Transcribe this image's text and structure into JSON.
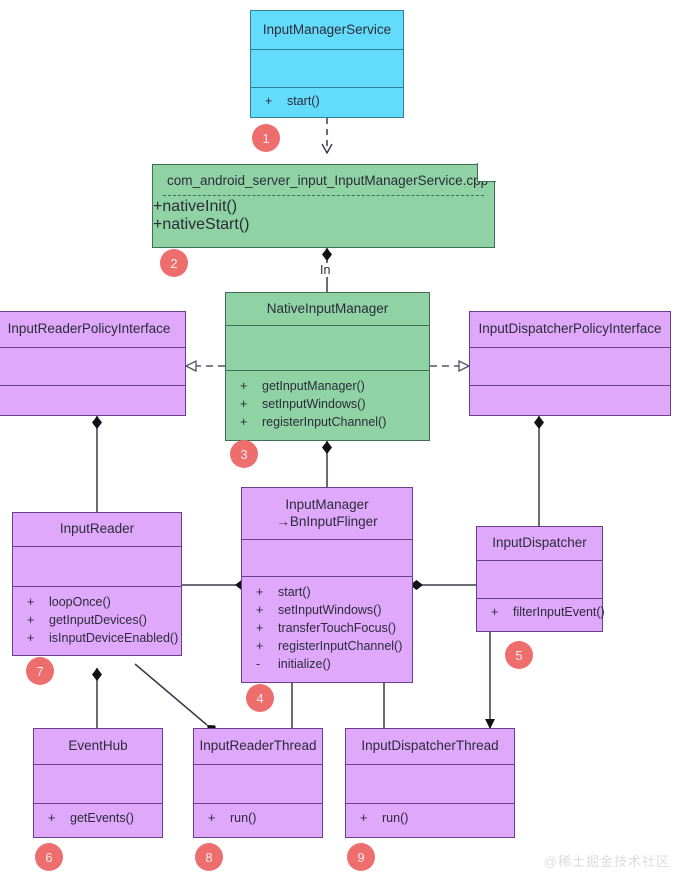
{
  "diagram": {
    "title": "Android Input System UML class diagram",
    "watermark": "@稀土掘金技术社区",
    "colors": {
      "cyan_fill": "#62dcfa",
      "green_fill": "#8fd3a4",
      "purple_fill": "#e0a8fa",
      "badge_fill": "#ee6d6d",
      "line": "#3a3a4a",
      "background": "#ffffff"
    },
    "edge_labels": {
      "in": "In"
    }
  },
  "classes": {
    "input_manager_service": {
      "name": "InputManagerService",
      "attributes": [],
      "operations": [
        {
          "visibility": "+",
          "signature": "start()"
        }
      ]
    },
    "native_input_manager": {
      "name": "NativeInputManager",
      "attributes": [],
      "operations": [
        {
          "visibility": "+",
          "signature": "getInputManager()"
        },
        {
          "visibility": "+",
          "signature": "setInputWindows()"
        },
        {
          "visibility": "+",
          "signature": "registerInputChannel()"
        }
      ]
    },
    "input_reader_policy_interface": {
      "name": "InputReaderPolicyInterface",
      "attributes": [],
      "operations": []
    },
    "input_dispatcher_policy_interface": {
      "name": "InputDispatcherPolicyInterface",
      "attributes": [],
      "operations": []
    },
    "input_reader": {
      "name": "InputReader",
      "attributes": [],
      "operations": [
        {
          "visibility": "+",
          "signature": "loopOnce()"
        },
        {
          "visibility": "+",
          "signature": "getInputDevices()"
        },
        {
          "visibility": "+",
          "signature": "isInputDeviceEnabled()"
        }
      ]
    },
    "input_manager": {
      "name_line1": "InputManager",
      "name_line2": "→BnInputFlinger",
      "attributes": [],
      "operations": [
        {
          "visibility": "+",
          "signature": "start()"
        },
        {
          "visibility": "+",
          "signature": "setInputWindows()"
        },
        {
          "visibility": "+",
          "signature": "transferTouchFocus()"
        },
        {
          "visibility": "+",
          "signature": "registerInputChannel()"
        },
        {
          "visibility": "-",
          "signature": "initialize()"
        }
      ]
    },
    "input_dispatcher": {
      "name": "InputDispatcher",
      "attributes": [],
      "operations": [
        {
          "visibility": "+",
          "signature": "filterInputEvent()"
        }
      ]
    },
    "event_hub": {
      "name": "EventHub",
      "attributes": [],
      "operations": [
        {
          "visibility": "+",
          "signature": "getEvents()"
        }
      ]
    },
    "input_reader_thread": {
      "name": "InputReaderThread",
      "attributes": [],
      "operations": [
        {
          "visibility": "+",
          "signature": "run()"
        }
      ]
    },
    "input_dispatcher_thread": {
      "name": "InputDispatcherThread",
      "attributes": [],
      "operations": [
        {
          "visibility": "+",
          "signature": "run()"
        }
      ]
    }
  },
  "note": {
    "name": "com_android_server_input_InputManagerService.cpp",
    "operations": [
      {
        "visibility": "+",
        "signature": "nativeInit()"
      },
      {
        "visibility": "+",
        "signature": "nativeStart()"
      }
    ]
  },
  "badges": [
    {
      "n": "1"
    },
    {
      "n": "2"
    },
    {
      "n": "3"
    },
    {
      "n": "4"
    },
    {
      "n": "5"
    },
    {
      "n": "6"
    },
    {
      "n": "7"
    },
    {
      "n": "8"
    },
    {
      "n": "9"
    }
  ]
}
